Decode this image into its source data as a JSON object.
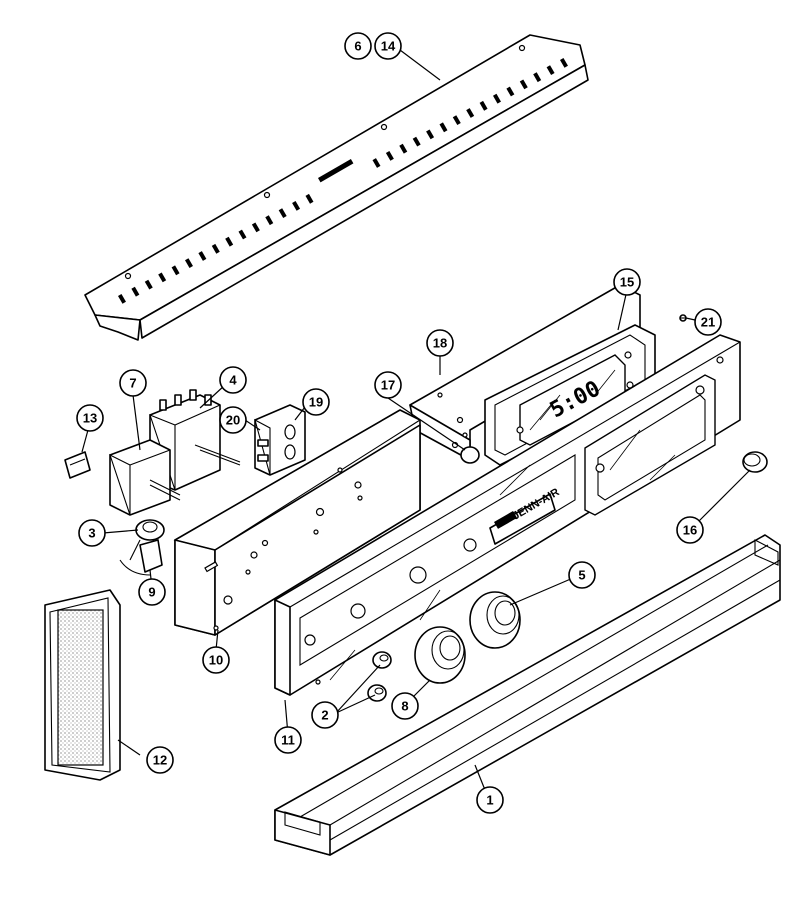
{
  "diagram": {
    "brand_label": "JENN-AIR",
    "clock_display": "5:00",
    "callouts": [
      {
        "id": "c-1",
        "label": "1"
      },
      {
        "id": "c-2",
        "label": "2"
      },
      {
        "id": "c-3",
        "label": "3"
      },
      {
        "id": "c-4",
        "label": "4"
      },
      {
        "id": "c-5",
        "label": "5"
      },
      {
        "id": "c-6",
        "label": "6"
      },
      {
        "id": "c-7",
        "label": "7"
      },
      {
        "id": "c-8",
        "label": "8"
      },
      {
        "id": "c-9",
        "label": "9"
      },
      {
        "id": "c-10",
        "label": "10"
      },
      {
        "id": "c-11",
        "label": "11"
      },
      {
        "id": "c-12",
        "label": "12"
      },
      {
        "id": "c-13",
        "label": "13"
      },
      {
        "id": "c-14",
        "label": "14"
      },
      {
        "id": "c-15",
        "label": "15"
      },
      {
        "id": "c-16",
        "label": "16"
      },
      {
        "id": "c-17",
        "label": "17"
      },
      {
        "id": "c-18",
        "label": "18"
      },
      {
        "id": "c-19",
        "label": "19"
      },
      {
        "id": "c-20",
        "label": "20"
      },
      {
        "id": "c-21",
        "label": "21"
      }
    ]
  }
}
